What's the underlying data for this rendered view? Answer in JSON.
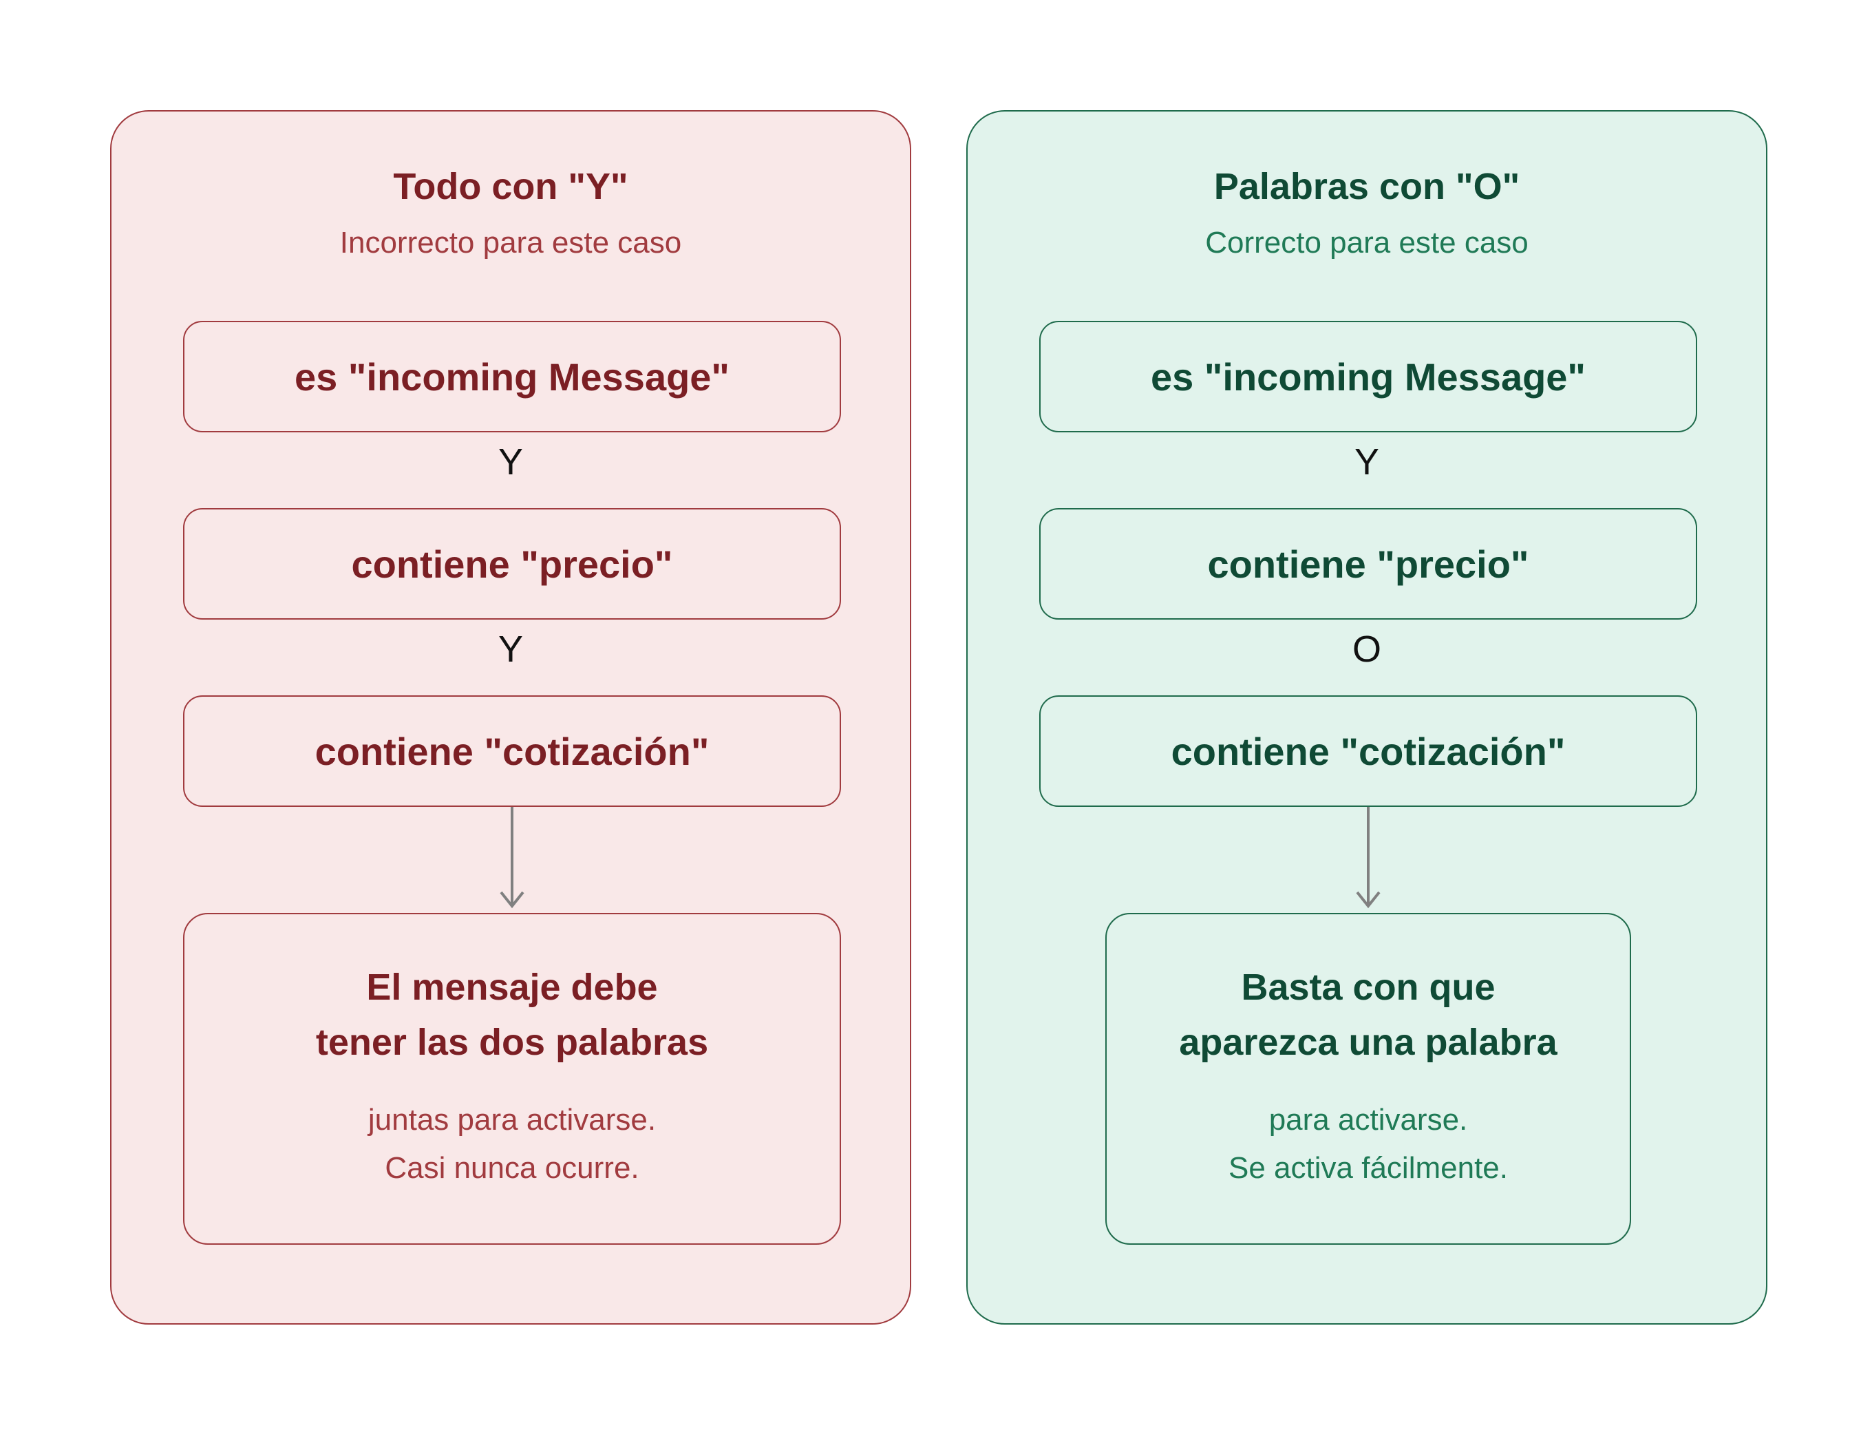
{
  "left_panel": {
    "title": "Todo con \"Y\"",
    "subtitle": "Incorrecto para este caso",
    "conditions": [
      "es \"incoming Message\"",
      "contiene \"precio\"",
      "contiene \"cotización\""
    ],
    "operators": [
      "Y",
      "Y"
    ],
    "result": {
      "heading_lines": [
        "El mensaje debe",
        "tener las dos palabras"
      ],
      "body_lines": [
        "juntas para activarse.",
        "Casi nunca ocurre."
      ]
    },
    "colors": {
      "background": "#f9e8e8",
      "border": "#a13b3f",
      "text": "#7b1f24"
    }
  },
  "right_panel": {
    "title": "Palabras con \"O\"",
    "subtitle": "Correcto para este caso",
    "conditions": [
      "es \"incoming Message\"",
      "contiene \"precio\"",
      "contiene \"cotización\""
    ],
    "operators": [
      "Y",
      "O"
    ],
    "result": {
      "heading_lines": [
        "Basta con que",
        "aparezca una palabra"
      ],
      "body_lines": [
        "para activarse.",
        "Se activa fácilmente."
      ]
    },
    "colors": {
      "background": "#e1f3ec",
      "border": "#1f6b4c",
      "text": "#0f4a35"
    }
  },
  "arrow_color": "#808080"
}
